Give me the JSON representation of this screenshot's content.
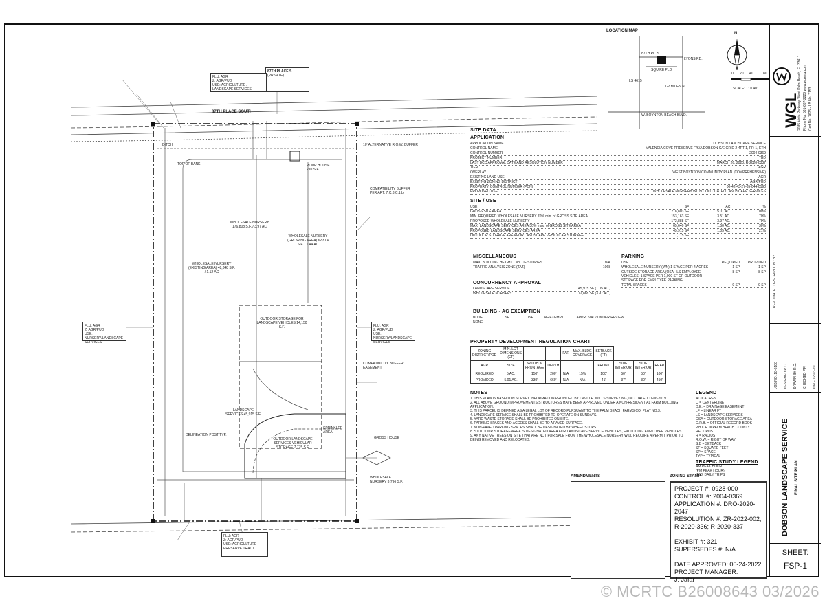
{
  "watermark": "© MCRTC B26008643 03/2026",
  "location_map": {
    "title": "LOCATION MAP",
    "labels": [
      "87TH PL. S.",
      "SQUIRE PLD",
      "LYONS RD.",
      "1-2 MILES N.",
      "W. BOYNTON BEACH BLVD.",
      "LS 4615"
    ],
    "north": "N",
    "scale": "SCALE: 1\" = 40'",
    "scale_ticks": [
      "0",
      "20",
      "40",
      "80"
    ]
  },
  "company": {
    "logo": "WGL",
    "address": [
      "2035 Vista Parkway, West Palm Beach, FL 33411",
      "Phone No. 561-687-2220  www.wgieng.com",
      "Cert No. 7625 - LB No. 7153"
    ]
  },
  "site_data": {
    "title": "SITE DATA",
    "application": {
      "heading": "APPLICATION",
      "rows": [
        [
          "APPLICATION NAME",
          "DOBSON LANDSCAPE SERVICE"
        ],
        [
          "CONTROL NAME",
          "VALENCIA COVE PRESERVE F/K/A DOBSON C/E GRID 2-4PT 1, PR-1, ETH"
        ],
        [
          "CONTROL NUMBER",
          "2004-0369"
        ],
        [
          "PROJECT NUMBER",
          "TBD"
        ],
        [
          "LAST BCC APPROVAL DATE AND RESOLUTION NUMBER",
          "MARCH 26, 2020, R-2020-0337"
        ],
        [
          "TIER",
          "AGR"
        ],
        [
          "OVERLAY",
          "WEST BOYNTON COMMUNITY PLAN (COMPREHENSIVE)"
        ],
        [
          "EXISTING LAND USE",
          "AGR"
        ],
        [
          "EXISTING ZONING DISTRICT",
          "AGR/PUD"
        ],
        [
          "PROPERTY CONTROL NUMBER (PCN)",
          "00-42-43-27-05-044-0190"
        ],
        [
          "PROPOSED USE",
          "WHOLESALE NURSERY WITH COLLOCATED LANDSCAPE SERVICES"
        ]
      ]
    },
    "site_use": {
      "heading": "SITE / USE",
      "cols": [
        "USE",
        "SF",
        "AC",
        "%"
      ],
      "rows": [
        [
          "GROSS SITE AREA",
          "218,803 SF",
          "5.01 AC.",
          "100%"
        ],
        [
          "MIN. REQUIRED WHOLESALE NURSERY   70% min. of GROSS SITE AREA",
          "153,163 SF",
          "3.51 AC.",
          "70%"
        ],
        [
          "PROPOSED WHOLESALE NURSERY",
          "172,888 SF",
          "3.97 AC.",
          "79%"
        ],
        [
          "MAX. LANDSCAPE SERVICES AREA   30% max. of GROSS SITE AREA",
          "65,640 SF",
          "1.50 AC.",
          "30%"
        ],
        [
          "PROPOSED LANDSCAPE SERVICES AREA",
          "45,915 SF",
          "1.05 AC.",
          "21%"
        ],
        [
          "OUTDOOR STORAGE AREA FOR LANDSCAPE VEHICULAR STORAGE",
          "7,775 SF",
          "",
          ""
        ]
      ]
    },
    "misc": {
      "heading": "MISCELLANEOUS",
      "rows": [
        [
          "MAX. BUILDING HEIGHT / No. OF STORIES",
          "N/A"
        ],
        [
          "TRAFFIC ANALYSIS ZONE (TAZ)",
          "1068"
        ]
      ]
    },
    "parking": {
      "heading": "PARKING",
      "cols": [
        "USE",
        "REQUIRED",
        "PROVIDED"
      ],
      "rows": [
        [
          "WHOLESALE NURSERY (WN) 1 SPACE PER 4 ACRES",
          "1 SP",
          "1 SP"
        ],
        [
          "OUTSIDE STORAGE AREA (OSA - LS EMPLOYEE VEHICLES) 1 SPACE PER 1,000 SF OF OUTDOOR STORAGE FOR EMPLOYEE PARKING",
          "8 SP",
          "8 SP"
        ],
        [
          "TOTAL SPACES",
          "9 SP",
          "9 SP"
        ]
      ]
    },
    "concurrency": {
      "heading": "CONCURRENCY APPROVAL",
      "rows": [
        [
          "LANDSCAPE SERVICE",
          "45,915 SF (1.05 AC.)"
        ],
        [
          "WHOLESALE NURSERY",
          "172,888 SF (3.97 AC.)"
        ]
      ]
    },
    "building": {
      "heading": "BUILDING - AG EXEMPTION",
      "cols": [
        "BLDG.",
        "SF",
        "USE",
        "AG EXEMPT",
        "APPROVAL / UNDER REVIEW"
      ],
      "row": [
        "NONE",
        "",
        "",
        "",
        ""
      ]
    },
    "pdrc": {
      "heading": "PROPERTY DEVELOPMENT REGULATION CHART",
      "header1": [
        "ZONING DISTRICT/POD",
        "MIN. LOT DIMENSIONS (FT)",
        "",
        "",
        "FAR",
        "MAX. BLDG COVERAGE",
        "SETBACK (FT)"
      ],
      "header2": [
        "AGR",
        "SIZE",
        "WIDTH & FRONTAGE",
        "DEPTH",
        "",
        "",
        "FRONT",
        "SIDE INTERIOR",
        "SIDE INTERIOR",
        "REAR"
      ],
      "rows": [
        [
          "REQUIRED",
          "5 AC.",
          "150'",
          "200'",
          "N/A",
          "15%",
          "100'",
          "50'",
          "50'",
          "100'"
        ],
        [
          "PROVIDED",
          "5.01 AC.",
          "330'",
          "660'",
          "N/A",
          "N/A",
          "41'",
          "37'",
          "30'",
          "450'"
        ]
      ]
    }
  },
  "notes": {
    "heading": "NOTES",
    "items": [
      "1.  THIS PLAN IS BASED ON SURVEY INFORMATION PROVIDED BY DAVID E. WILLS SURVEYING, INC. DATED 11-06-2019.",
      "2.  ALL ABOVE GROUND IMPROVEMENTS/STRUCTURES HAVE BEEN APPROVED UNDER A NON-RESIDENTIAL FARM BUILDING APPLICATION.",
      "3.  THIS PARCEL IS DEFINED AS A LEGAL LOT OF RECORD PURSUANT TO THE PALM BEACH FARMS CO. PLAT NO.3.",
      "4.  LANDSCAPE SERVICE SHALL BE PROHIBITED TO OPERATE ON SUNDAYS.",
      "5.  YARD WASTE STORAGE SHALL BE PROHIBITED ON SITE.",
      "6.  PARKING SPACES AND ACCESS SHALL BE TO A PAVED SURFACE.",
      "7.  NON-PAVED PARKING SPACES SHALL BE DESIGNATED BY WHEEL STOPS.",
      "8.  *OUTDOOR STORAGE AREA IS DESIGNATED AREA FOR LANDSCAPE SERVICE VEHICLES, EXCLUDING EMPLOYEE VEHICLES.",
      "9.  ANY NATIVE TREES ON SITE THAT ARE NOT FOR SALE FROM THE WHOLESALE NURSERY WILL REQUIRE A PERMIT PRIOR TO BEING REMOVED AND RELOCATED."
    ]
  },
  "legend": {
    "heading": "LEGEND",
    "items": [
      "AC = ACRES",
      "Q = CENTERLINE",
      "D.E. = DRAINAGE EASEMENT",
      "LF = LINEAR FT",
      "LS = LANDSCAPE SERVICES",
      "OSA = OUTDOOR STORAGE AREA",
      "O.R.B. = OFFICIAL RECORD BOOK",
      "P.B.C.R. = PALM BEACH COUNTY RECORDS",
      "R = RADIUS",
      "R.O.W. = RIGHT OF WAY",
      "S.B = SETBACK",
      "SF = SQUARE FEET",
      "SP = SPACE",
      "TYP = TYPICAL"
    ],
    "traffic_heading": "TRAFFIC STUDY LEGEND",
    "traffic_items": [
      "AM PEAK HOUR",
      "(PM PEAK HOUR)",
      "[168] DAILY TRIPS"
    ]
  },
  "amendments": {
    "title": "AMENDMENTS"
  },
  "zoning_stamp": {
    "title": "ZONING STAMP",
    "lines": [
      "PROJECT #: 0928-000",
      "CONTROL #: 2004-0369",
      "APPLICATION #: DRO-2020-2047",
      "RESOLUTION #: ZR-2022-002;",
      "R-2020-336; R-2020-337",
      "",
      "EXHIBIT #: 321",
      "SUPERSEDES #: N/A",
      "",
      "DATE APPROVED: 06-24-2022",
      "PROJECT MANAGER:",
      "J. Jafar"
    ]
  },
  "title_block": {
    "project": "DOBSON LANDSCAPE SERVICE",
    "plan": "FINAL SITE PLAN",
    "sheet_label": "SHEET:",
    "sheet_no": "FSP-1",
    "info": [
      "JOB NO.  18-0100",
      "DESIGNED  R.C.",
      "DRAWN BY  R.C.",
      "CHECKED  P.F.",
      "DATE  12-03-20"
    ],
    "revisions": "REV. / DATE / DESCRIPTION / BY"
  },
  "plan": {
    "street": "87TH PLACE SOUTH",
    "street_box": [
      "87TH PLACE S.",
      "(PRIVATE)"
    ],
    "north_flu": [
      "FLU: AGR",
      "Z: AGR/PUD",
      "USE: AGRICULTURE / LANDSCAPE SERVICES"
    ],
    "west_flu": [
      "FLU: AGR",
      "Z: AGR/PUD",
      "USE: NURSERY/LANDSCAPE SERVICES"
    ],
    "east_flu": [
      "FLU: AGR",
      "Z: AGR/PUD",
      "USE: NURSERY/LANDSCAPE SERVICES"
    ],
    "south_flu": [
      "FLU: AGR",
      "Z: AGR/PUD",
      "USE: AGRICULTURE PRESERVE TRACT"
    ],
    "areas": [
      "WHOLESALE NURSERY (EXISTING AREA) 48,848 S.F. / 1.12 AC",
      "WHOLESALE NURSERY 176,808 S.F. / 3.97 AC",
      "WHOLESALE NURSERY (GROWING AREA) 62,814 S.F. / 1.44 AC",
      "OUTDOOR STORAGE FOR LANDSCAPE VEHICLES 14,150 S.F.",
      "LANDSCAPE SERVICES 45,915 S.F.",
      "OUTDOOR LANDSCAPE SERVICES VEHICULAR STORAGE 7,775 S.F."
    ],
    "notes": [
      "PUMP HOUSE 210 S.F.",
      "COMPATIBILITY BUFFER PER ART. 7.C.3.C.1.b",
      "COMPATIBILITY BUFFER EASEMENT",
      "10' ALTERNATIVE R.O.W. BUFFER",
      "GROSS HOUSE",
      "SPRINKLER AREA",
      "TOP OF BANK",
      "DITCH",
      "WHOLESALE NURSERY 3,796 S.F.",
      "DELINEATION POST TYP."
    ]
  }
}
